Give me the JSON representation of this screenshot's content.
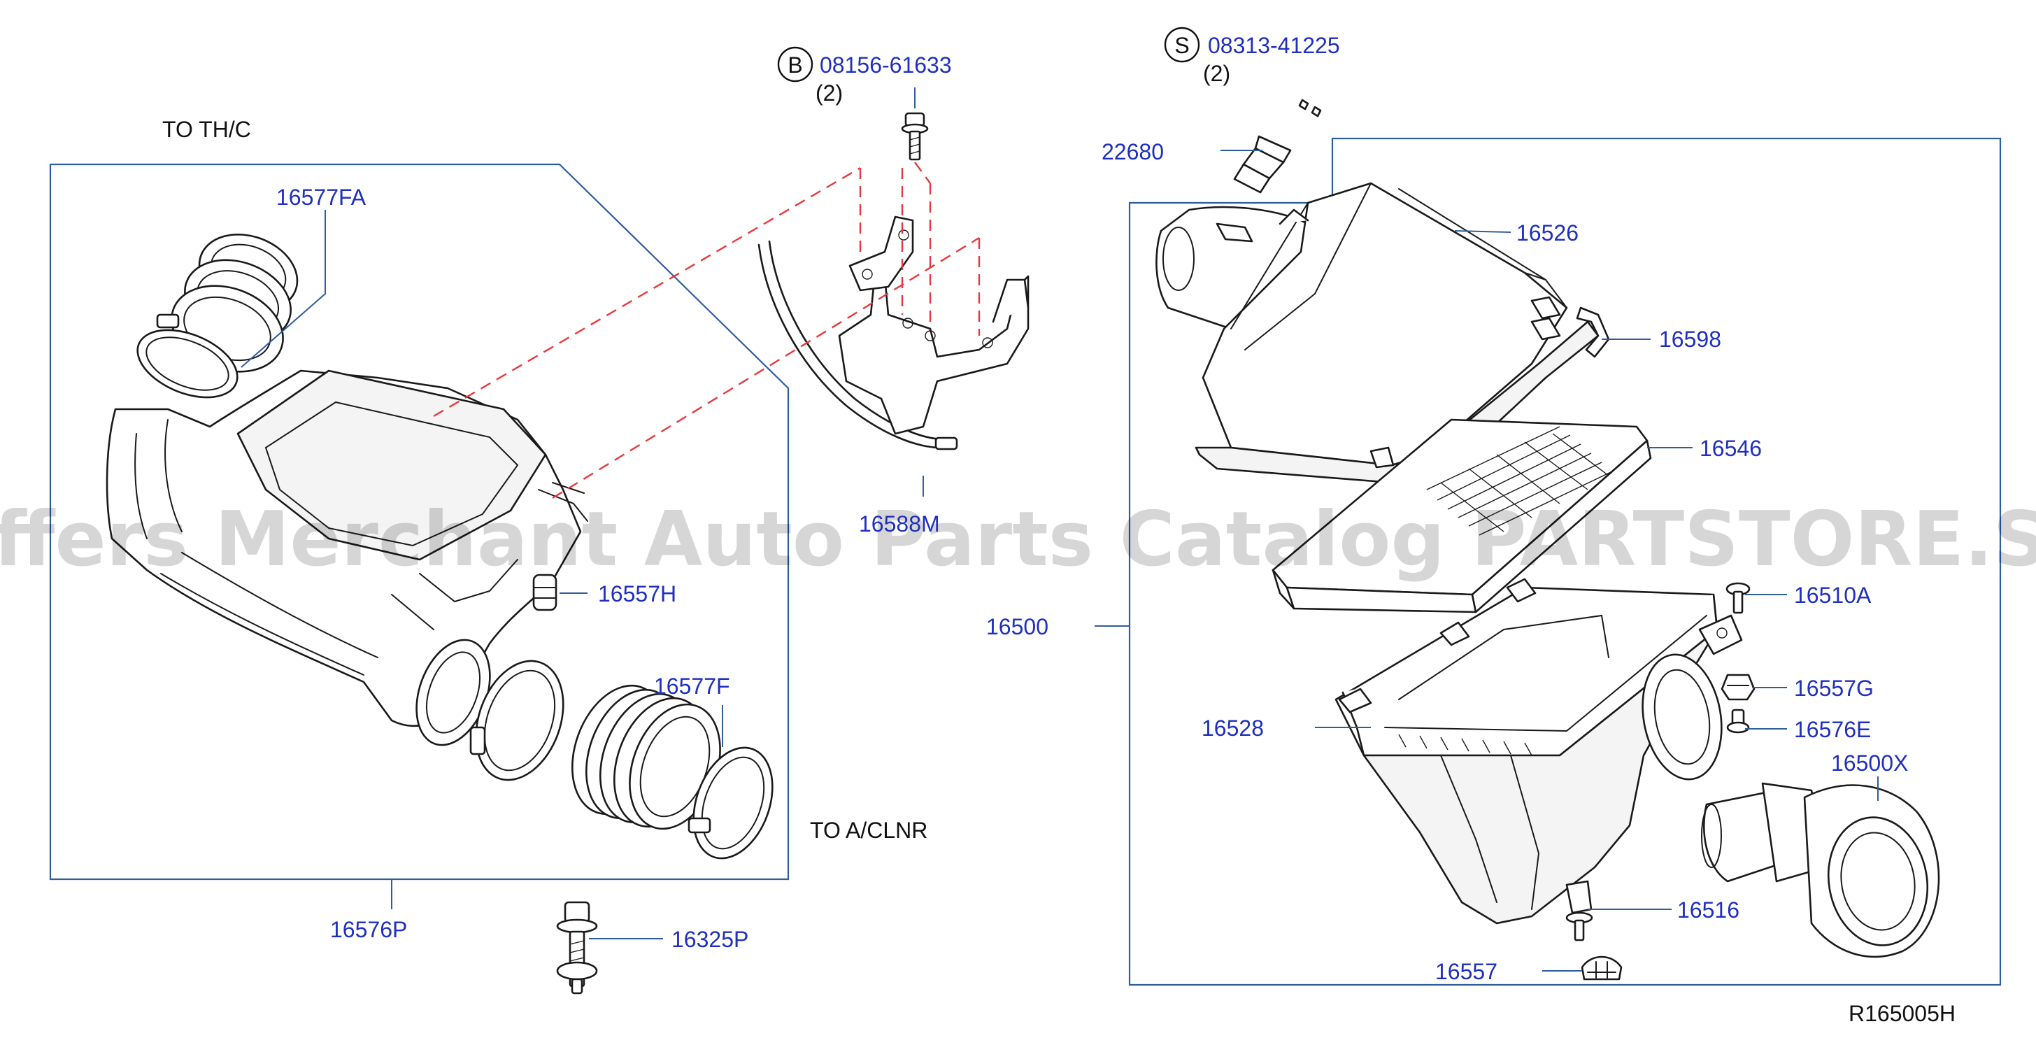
{
  "diagram": {
    "watermark": "Offers Merchant Auto Parts Catalog PARTSTORE.SA",
    "figure_code": "R165005H",
    "notes": {
      "to_thc": "TO  TH/C",
      "to_aclnr": "TO  A/CLNR"
    },
    "fasteners": {
      "b": {
        "symbol": "B",
        "code": "08156-61633",
        "qty": "(2)"
      },
      "s": {
        "symbol": "S",
        "code": "08313-41225",
        "qty": "(2)"
      }
    },
    "parts": {
      "p16577FA": "16577FA",
      "p16557H": "16557H",
      "p16577F": "16577F",
      "p16576P": "16576P",
      "p16325P": "16325P",
      "p16588": "16588M",
      "p22680": "22680",
      "p16526": "16526",
      "p16598": "16598",
      "p16546": "16546",
      "p16500": "16500",
      "p16510A": "16510A",
      "p16557G": "16557G",
      "p16576E": "16576E",
      "p16528": "16528",
      "p16500X": "16500X",
      "p16516": "16516",
      "p16557": "16557"
    },
    "colors": {
      "label": "#1f2fbf",
      "frame": "#2f5d9e",
      "dashed_alignment": "#e8383d"
    }
  }
}
